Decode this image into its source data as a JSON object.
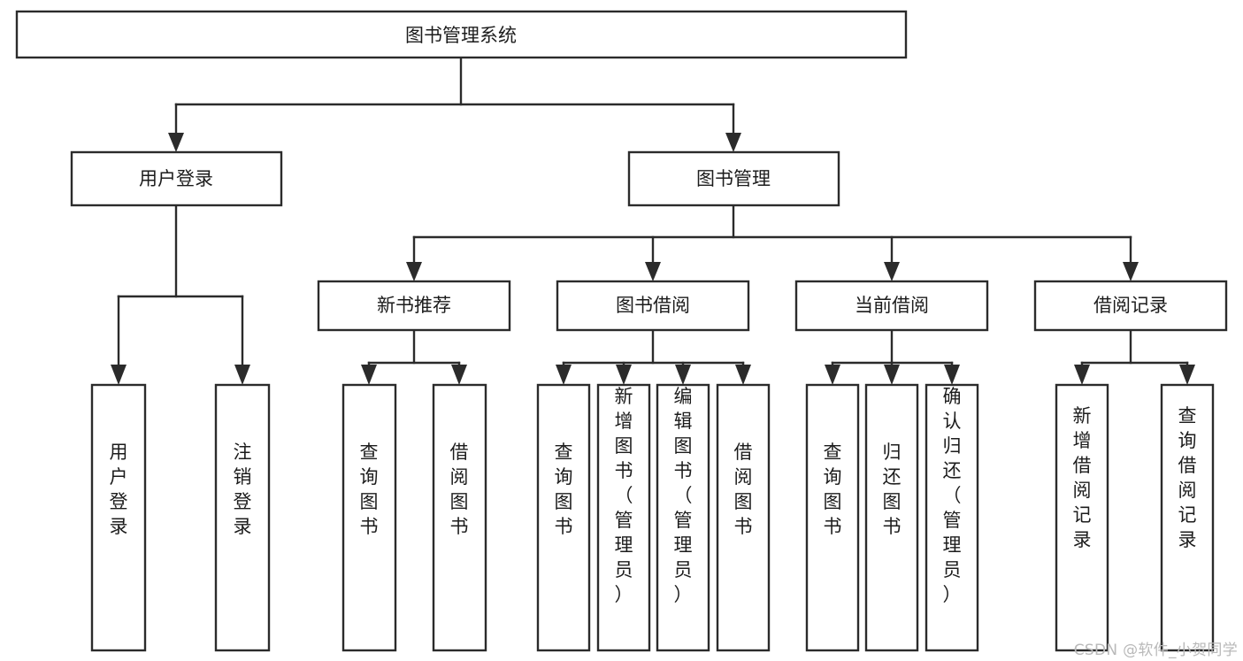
{
  "diagram": {
    "title": "图书管理系统",
    "type": "tree",
    "orientation": "top-down",
    "colors": {
      "box_stroke": "#2b2b2b",
      "box_fill": "#ffffff",
      "connector": "#2b2b2b",
      "text": "#1c1c1c",
      "watermark": "#b9b9b9",
      "background": "#ffffff"
    },
    "root": {
      "label": "图书管理系统",
      "orientation": "horizontal"
    },
    "level2": [
      {
        "label": "用户登录",
        "orientation": "horizontal"
      },
      {
        "label": "图书管理",
        "orientation": "horizontal"
      }
    ],
    "level3": [
      {
        "label": "新书推荐",
        "orientation": "horizontal"
      },
      {
        "label": "图书借阅",
        "orientation": "horizontal"
      },
      {
        "label": "当前借阅",
        "orientation": "horizontal"
      },
      {
        "label": "借阅记录",
        "orientation": "horizontal"
      }
    ],
    "leaves_user_login": [
      {
        "label": "用户登录",
        "orientation": "vertical"
      },
      {
        "label": "注销登录",
        "orientation": "vertical"
      }
    ],
    "leaves_new_book": [
      {
        "label": "查询图书",
        "orientation": "vertical"
      },
      {
        "label": "借阅图书",
        "orientation": "vertical"
      }
    ],
    "leaves_borrow": [
      {
        "label": "查询图书",
        "orientation": "vertical"
      },
      {
        "label": "新增图书（管理员）",
        "orientation": "vertical"
      },
      {
        "label": "编辑图书（管理员）",
        "orientation": "vertical"
      },
      {
        "label": "借阅图书",
        "orientation": "vertical"
      }
    ],
    "leaves_current": [
      {
        "label": "查询图书",
        "orientation": "vertical"
      },
      {
        "label": "归还图书",
        "orientation": "vertical"
      },
      {
        "label": "确认归还（管理员）",
        "orientation": "vertical"
      }
    ],
    "leaves_records": [
      {
        "label": "新增借阅记录",
        "orientation": "vertical"
      },
      {
        "label": "查询借阅记录",
        "orientation": "vertical"
      }
    ],
    "watermark": "CSDN @软件_小贺同学"
  }
}
